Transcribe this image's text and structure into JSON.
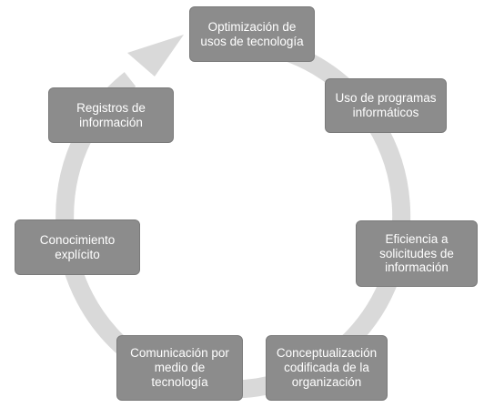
{
  "diagram": {
    "type": "cycle",
    "colors": {
      "ring": "#d9d9d9",
      "node_fill": "#8c8c8c",
      "node_text": "#ffffff"
    },
    "nodes": [
      {
        "label": "Optimización de\nusos de tecnología"
      },
      {
        "label": "Uso de programas\ninformáticos"
      },
      {
        "label": "Eficiencia a\nsolicitudes de\ninformación"
      },
      {
        "label": "Conceptualización\ncodificada de la\norganización"
      },
      {
        "label": "Comunicación por\nmedio de\ntecnología"
      },
      {
        "label": "Conocimiento\nexplícito"
      },
      {
        "label": "Registros de\ninformación"
      }
    ]
  }
}
